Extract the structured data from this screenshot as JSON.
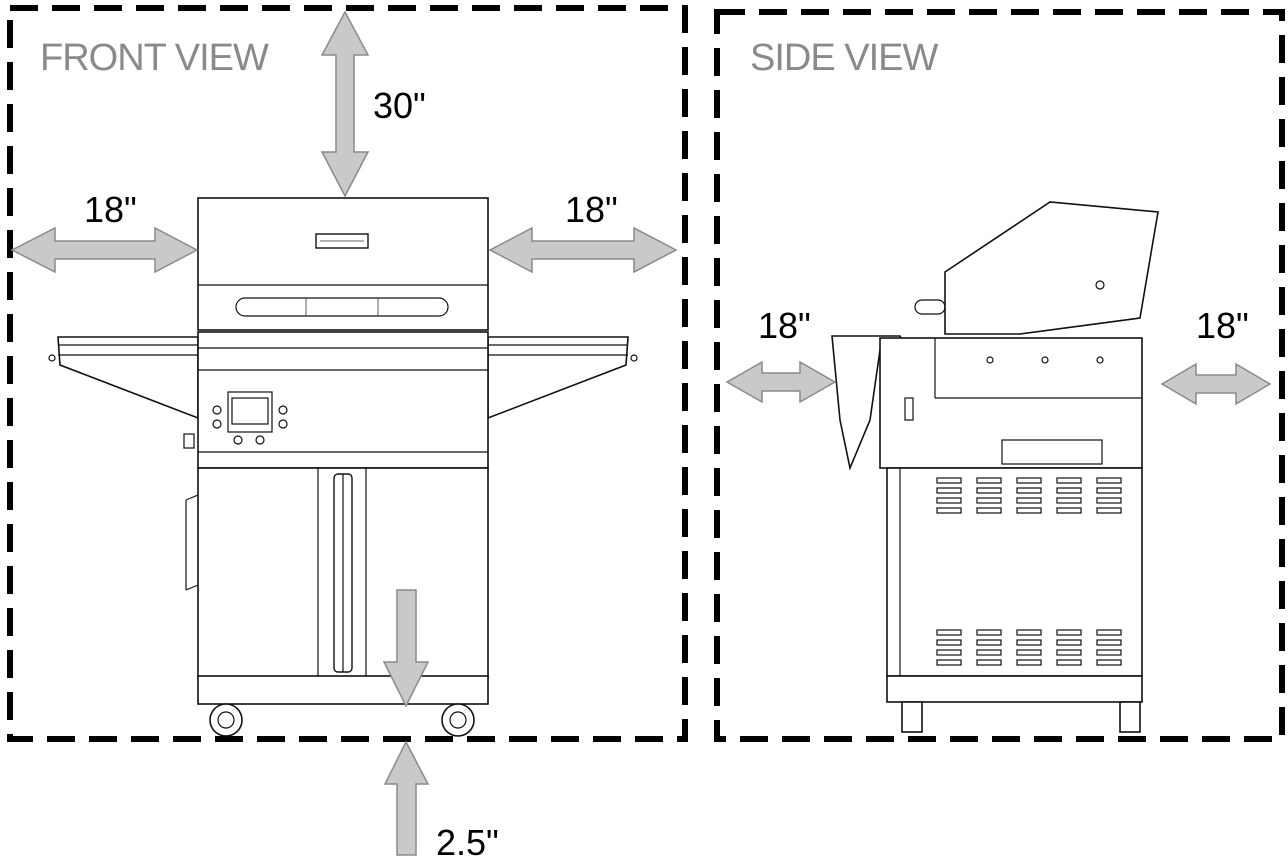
{
  "front_view": {
    "title": "FRONT VIEW",
    "clearances": {
      "top": "30\"",
      "left": "18\"",
      "right": "18\"",
      "bottom": "2.5\""
    }
  },
  "side_view": {
    "title": "SIDE VIEW",
    "clearances": {
      "left": "18\"",
      "right": "18\""
    }
  },
  "colors": {
    "frame": "#000000",
    "arrow_fill": "#c9c9c9",
    "title_text": "#8a8a8a"
  }
}
